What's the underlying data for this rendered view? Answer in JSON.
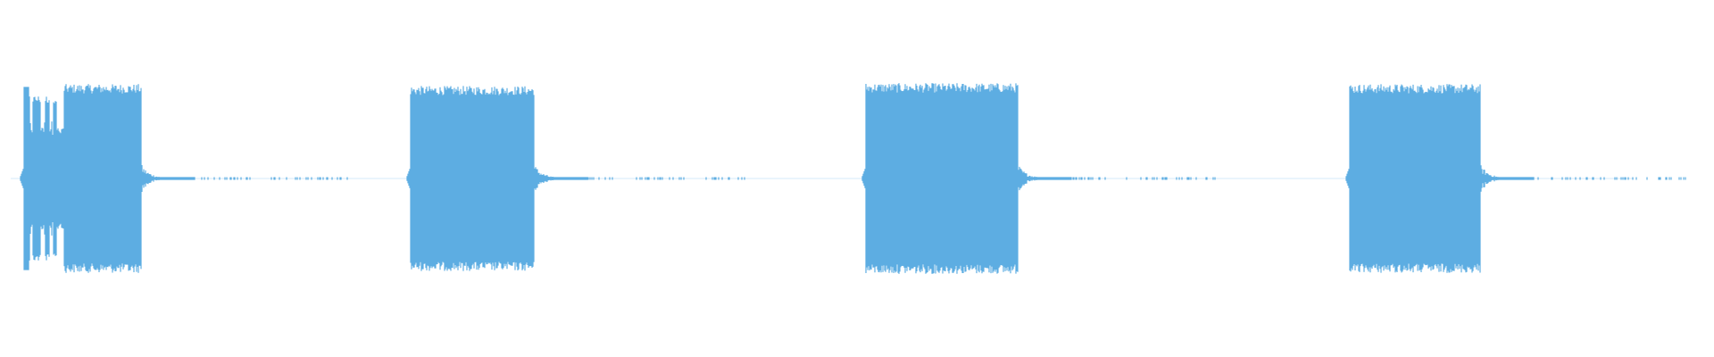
{
  "waveform": {
    "color": "#5dade2",
    "background": "#ffffff",
    "duration_s": 19.2,
    "segments": [
      {
        "kind": "burst",
        "start_s": 0.27,
        "end_s": 1.58,
        "amplitude": 0.98,
        "shape": "double-onset"
      },
      {
        "kind": "burst",
        "start_s": 4.6,
        "end_s": 5.98,
        "amplitude": 0.96,
        "shape": "flat"
      },
      {
        "kind": "burst",
        "start_s": 9.7,
        "end_s": 11.4,
        "amplitude": 0.99,
        "shape": "flat"
      },
      {
        "kind": "burst",
        "start_s": 15.12,
        "end_s": 16.58,
        "amplitude": 0.98,
        "shape": "flat"
      }
    ]
  }
}
